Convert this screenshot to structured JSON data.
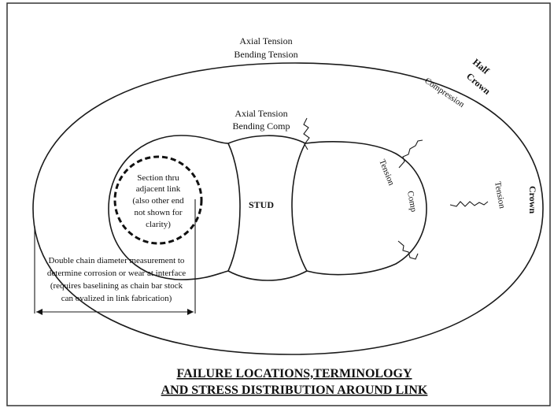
{
  "labels": {
    "outer_top_1": "Axial Tension",
    "outer_top_2": "Bending Tension",
    "half_crown_1": "Half",
    "half_crown_2": "Crown",
    "compression": "Compression",
    "inner_top_1": "Axial Tension",
    "inner_top_2": "Bending Comp",
    "tension_inner": "Tension",
    "comp": "Comp",
    "tension_outer": "Tension",
    "crown": "Crown",
    "stud": "STUD",
    "section_1": "Section thru",
    "section_2": "adjacent link",
    "section_3": "(also other end",
    "section_4": "not shown for",
    "section_5": "clarity)",
    "measure_1": "Double chain diameter measurement to",
    "measure_2": "determine corrosion or wear at interface",
    "measure_3": "(requires baselining as chain bar stock",
    "measure_4": "can ovalized in link fabrication)"
  },
  "title": {
    "line1": "FAILURE LOCATIONS,TERMINOLOGY",
    "line2": "AND STRESS DISTRIBUTION AROUND LINK"
  },
  "colors": {
    "ink": "#1a1a1a",
    "background": "#ffffff"
  }
}
